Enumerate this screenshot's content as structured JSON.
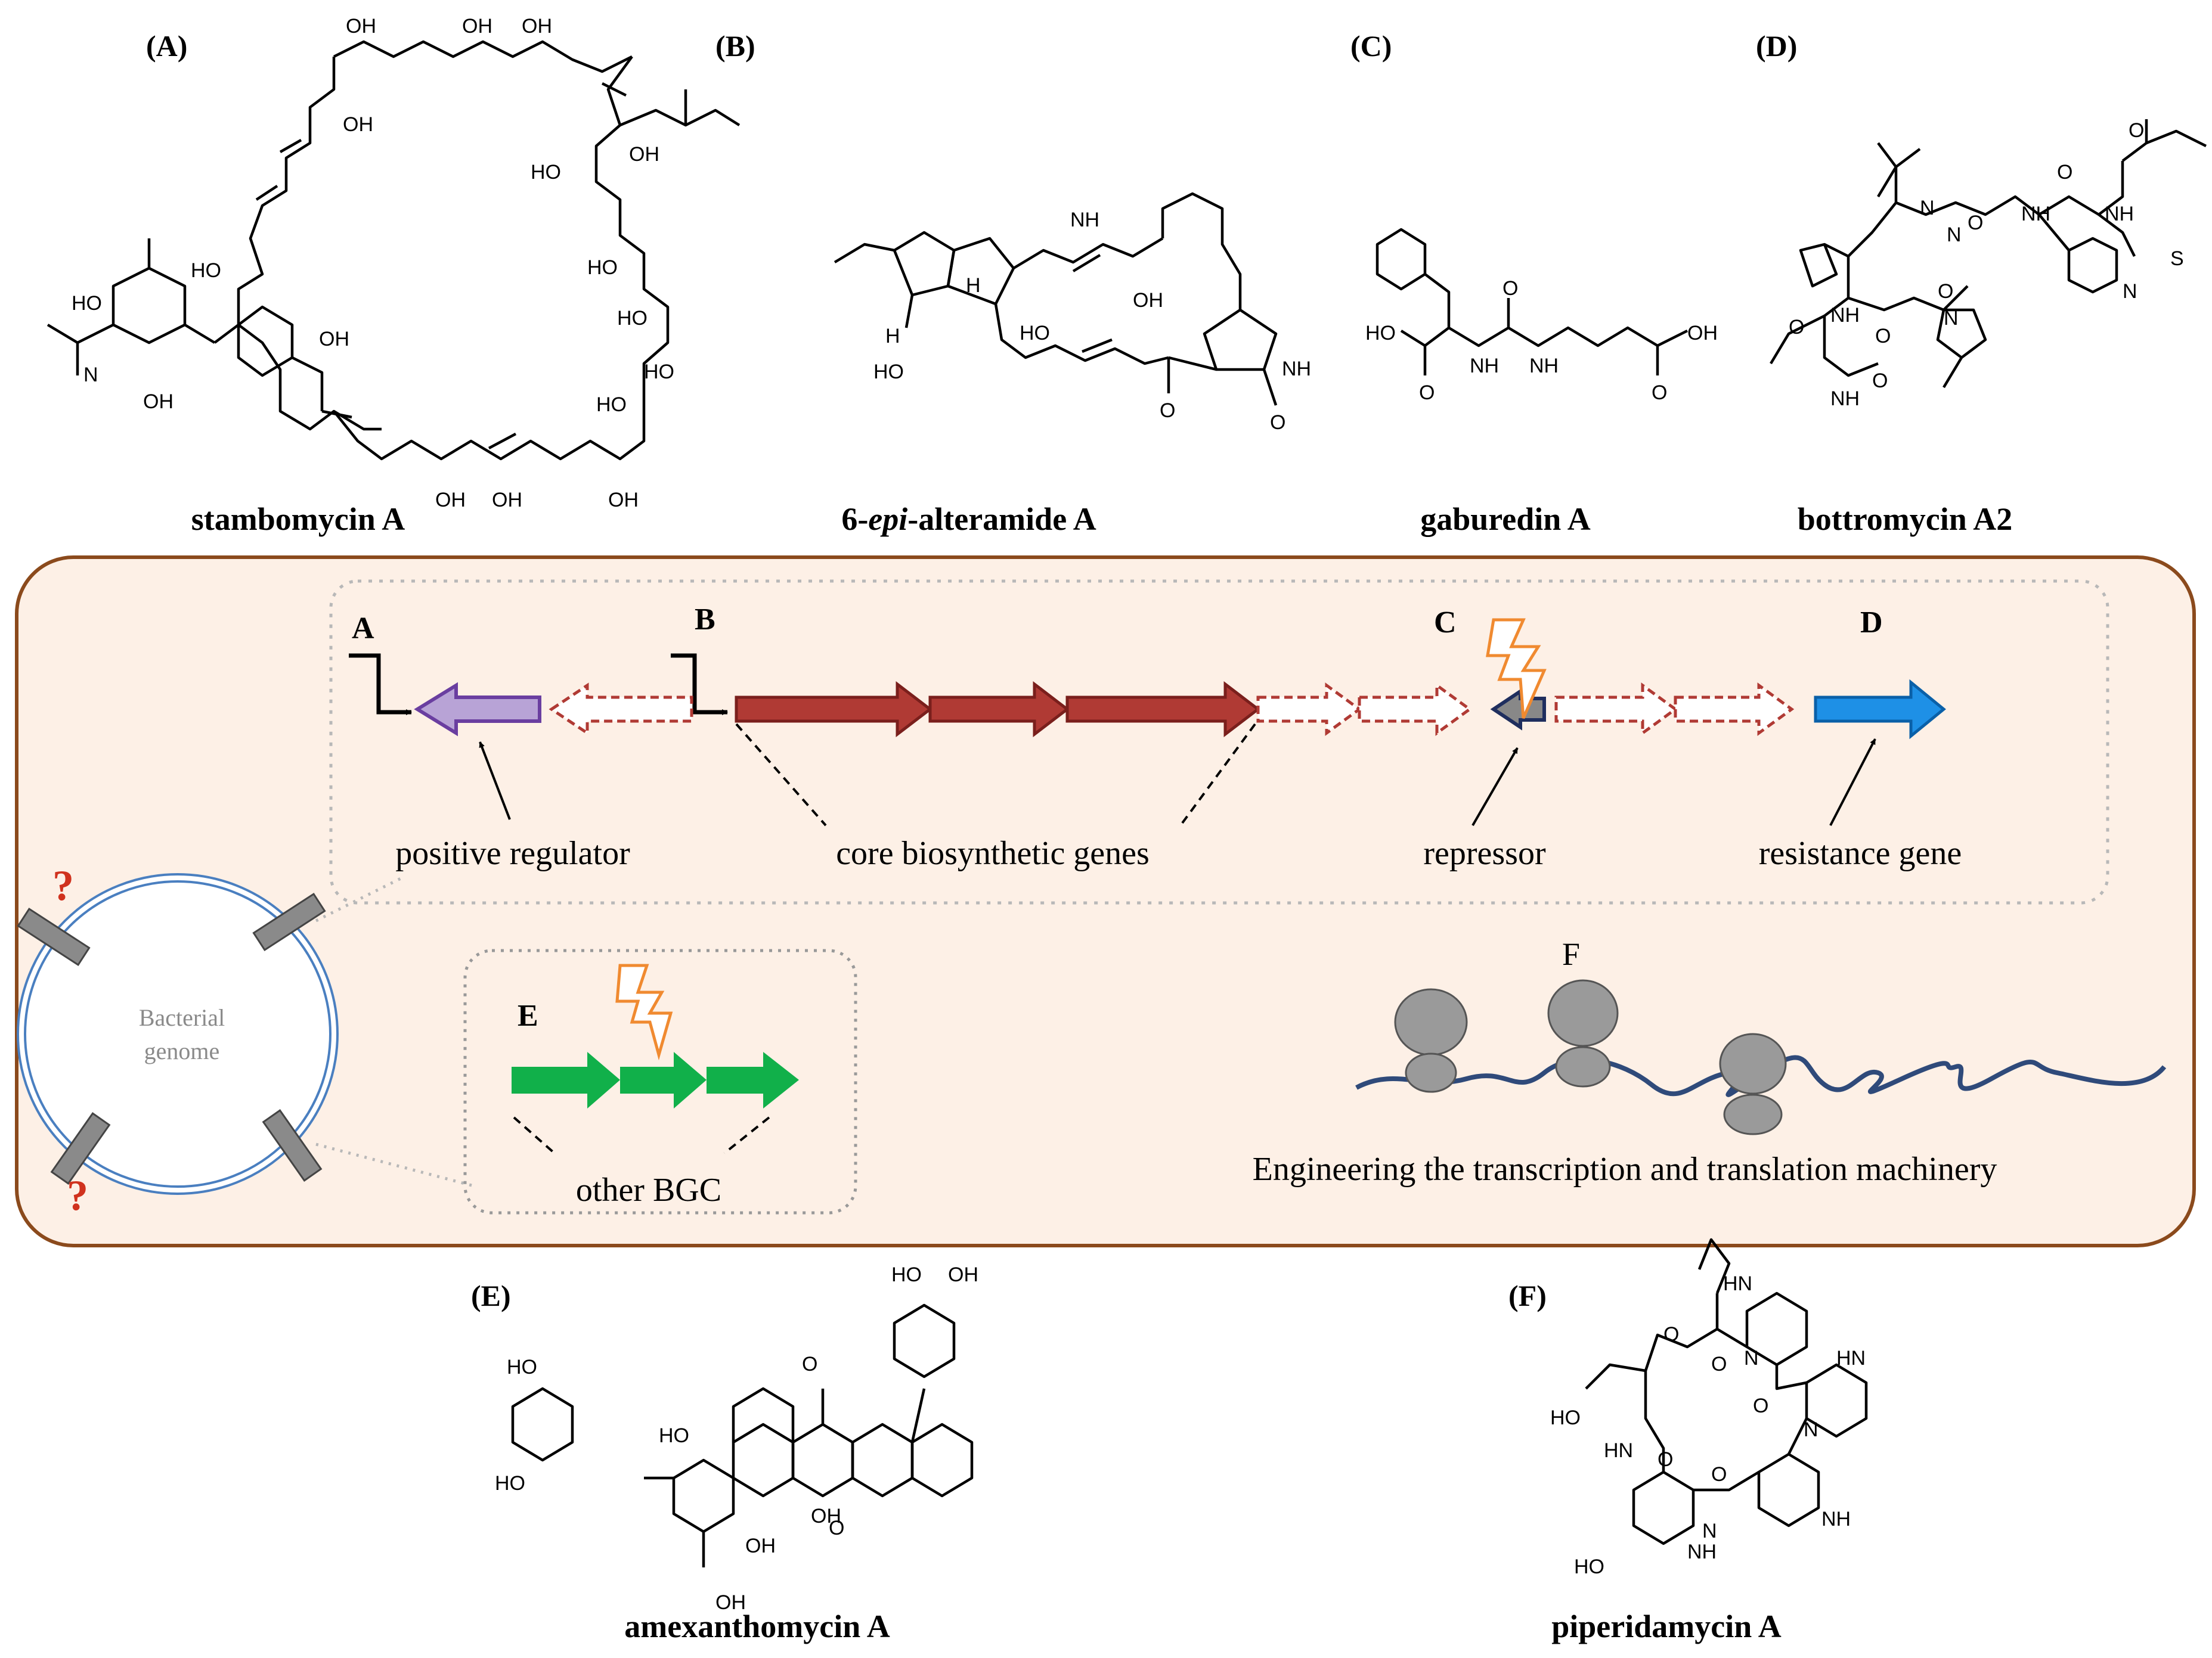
{
  "compounds_top": [
    {
      "letter": "(A)",
      "name": "stambomycin A"
    },
    {
      "letter": "(B)",
      "name_pre": "6-",
      "name_italic": "epi",
      "name_post": "-alteramide A"
    },
    {
      "letter": "(C)",
      "name": "gaburedin A"
    },
    {
      "letter": "(D)",
      "name": "bottromycin A2"
    }
  ],
  "compounds_bottom": [
    {
      "letter": "(E)",
      "name": "amexanthomycin A"
    },
    {
      "letter": "(F)",
      "name": "piperidamycin A"
    }
  ],
  "cluster": {
    "letters": [
      "A",
      "B",
      "C",
      "D"
    ],
    "labels": {
      "positive_regulator": "positive regulator",
      "core_genes": "core biosynthetic genes",
      "repressor": "repressor",
      "resistance_gene": "resistance gene"
    }
  },
  "genome": {
    "line1": "Bacterial",
    "line2": "genome",
    "question_mark": "?"
  },
  "other_bgc": {
    "letter": "E",
    "label": "other BGC"
  },
  "machinery": {
    "letter": "F",
    "label": "Engineering the transcription and translation machinery"
  },
  "atom_labels": {
    "OH": "OH",
    "HO": "HO",
    "N": "N",
    "NH": "NH",
    "HN": "HN",
    "H": "H",
    "O": "O",
    "S": "S",
    "HOOC_OH": "OH"
  },
  "colors": {
    "panel_border": "#8b4a1c",
    "panel_fill": "#fdf0e6",
    "core_gene": "#b03a34",
    "core_gene_outline": "#7a1f1c",
    "regulator_fill": "#b8a3d6",
    "regulator_outline": "#6a3ea0",
    "repressor_fill": "#888888",
    "repressor_outline": "#1f2e5e",
    "resistance_fill": "#1e90e6",
    "resistance_outline": "#0a60a8",
    "other_bgc": "#11b04a",
    "bolt": "#f08a30",
    "genome_ring": "#4a7fc0",
    "question": "#d0321e",
    "mrna": "#2f4a7a",
    "ribosome": "#9a9a9a"
  }
}
